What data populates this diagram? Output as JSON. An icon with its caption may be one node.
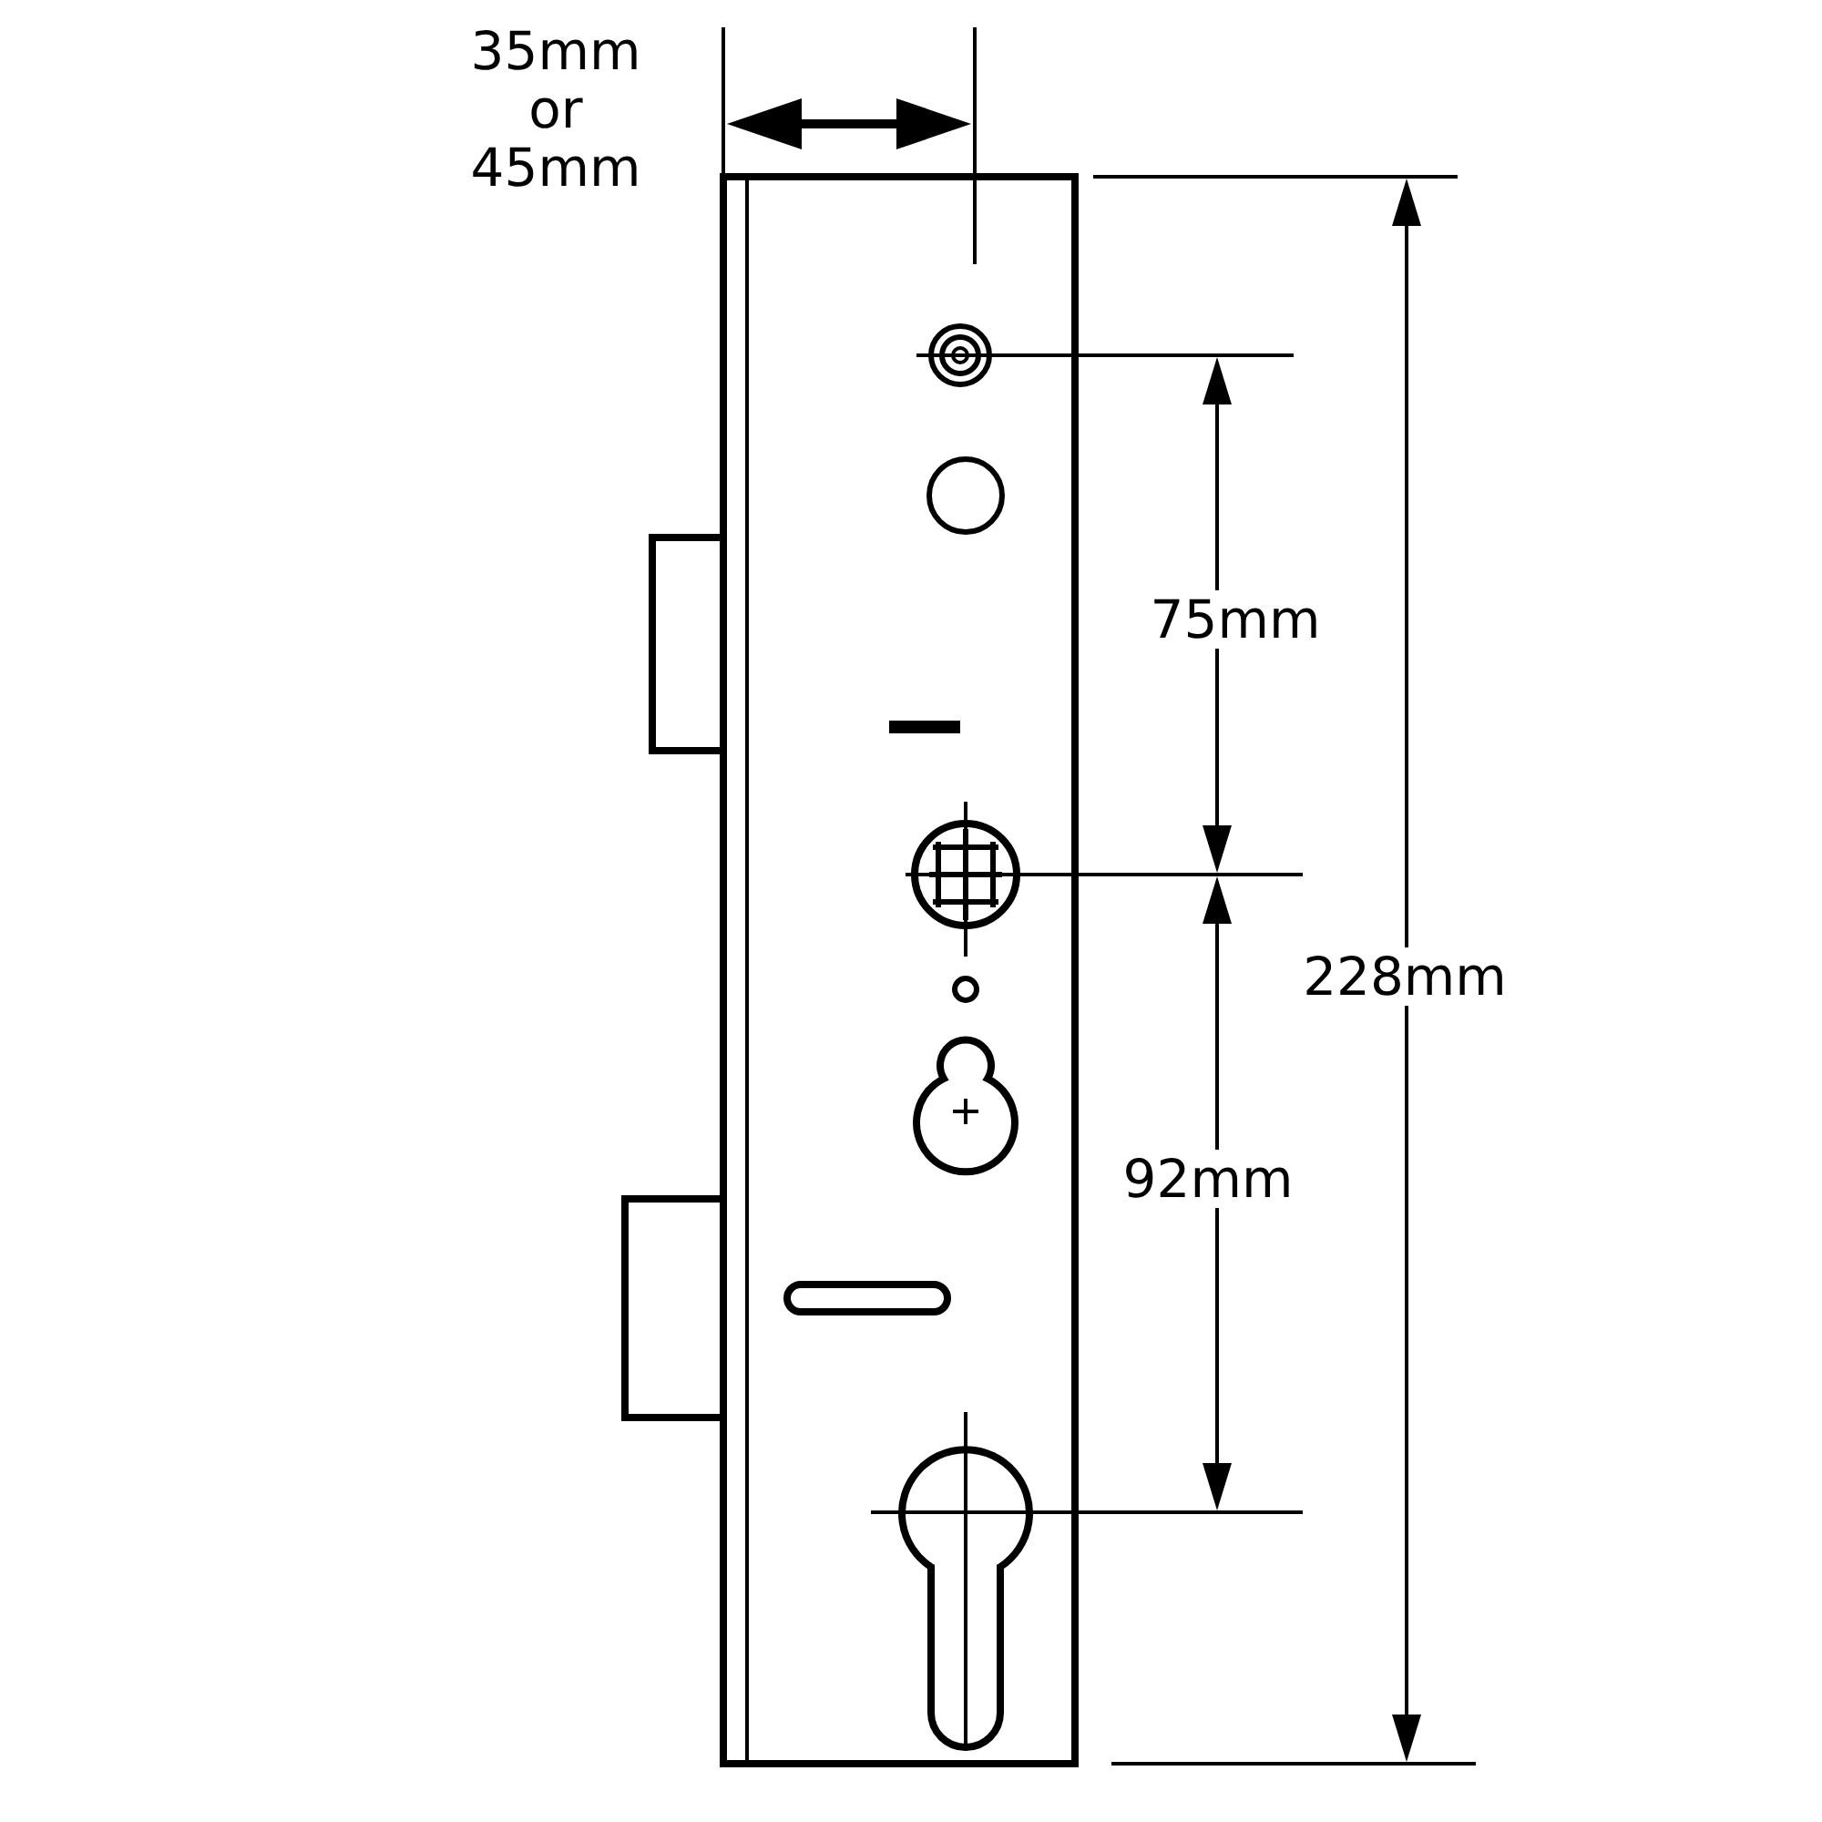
{
  "diagram": {
    "labels": [
      "35mm or 45mm",
      "75mm",
      "228mm",
      "92mm"
    ]
  }
}
